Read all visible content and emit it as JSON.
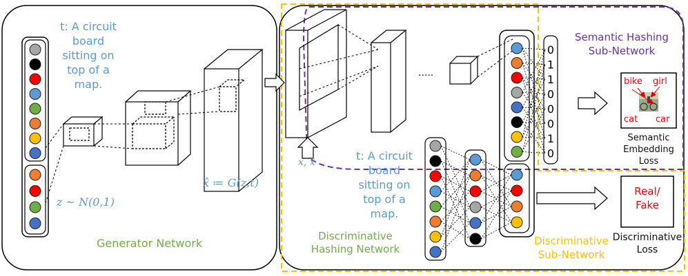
{
  "colors": {
    "grey": "#a6a6a6",
    "black": "#000000",
    "red": "#ff0000",
    "blue": "#5b9bd5",
    "green": "#70ad47",
    "orange": "#ed7d31",
    "yellow": "#ffc000",
    "darkblue": "#4472c4",
    "purple": "#7030a0",
    "dashYellow": "#ffc000"
  },
  "generator": {
    "text_input": "t: A circuit\nboard\nsitting on\ntop of a\nmap.",
    "noise_label": "z ~ N(0,1)",
    "output_label": "x̂ ≔ G(z,t)",
    "network_label": "Generator Network",
    "text_vector": [
      "grey",
      "black",
      "red",
      "blue",
      "green",
      "orange",
      "yellow",
      "darkblue"
    ],
    "noise_vector": [
      "orange",
      "red",
      "green",
      "darkblue"
    ]
  },
  "discriminator": {
    "input_label": "x, x̂",
    "ellipsis": ".....",
    "text_input": "t: A circuit\nboard\nsitting on\ntop of a\nmap.",
    "hashing_label": "Discriminative\nHashing Network",
    "feature_vector": [
      "blue",
      "orange",
      "red",
      "grey",
      "darkblue",
      "black",
      "yellow",
      "green"
    ],
    "bits": [
      "0",
      "1",
      "1",
      "0",
      "0",
      "0",
      "1",
      "0"
    ],
    "text_vector": [
      "grey",
      "black",
      "red",
      "blue",
      "green",
      "orange",
      "yellow",
      "darkblue"
    ],
    "mid_vector": [
      "blue",
      "orange",
      "red",
      "grey",
      "darkblue",
      "black"
    ],
    "disc_vector": [
      "blue",
      "red",
      "orange",
      "yellow"
    ]
  },
  "semantic": {
    "title": "Semantic Hashing\nSub-Network",
    "words": [
      "bike",
      "girl",
      "cat",
      "car"
    ],
    "loss": "Semantic\nEmbedding\nLoss"
  },
  "discriminative": {
    "title": "Discriminative\nSub-Network",
    "output": "Real/\nFake",
    "loss": "Discriminative\nLoss"
  }
}
